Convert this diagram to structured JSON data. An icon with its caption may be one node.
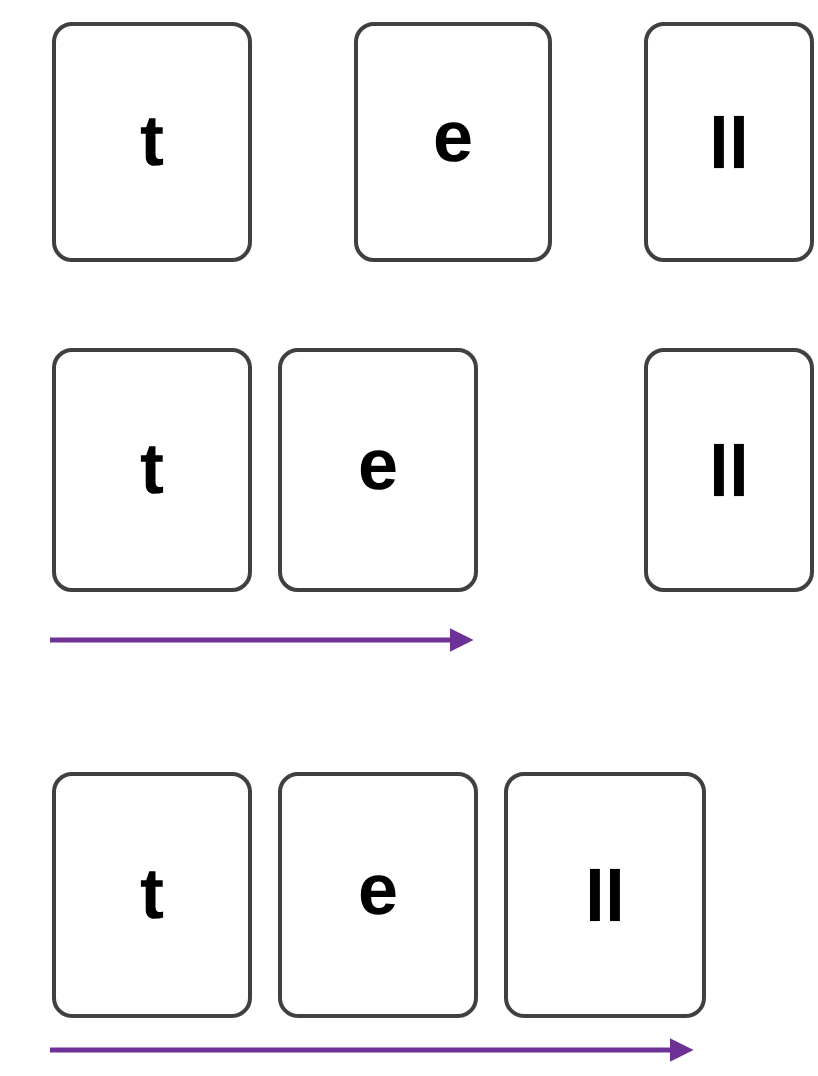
{
  "diagram": {
    "nodes": [
      {
        "text": [
          "t"
        ]
      },
      {
        "text": [
          "e"
        ]
      },
      {
        "text": [
          "ll"
        ]
      },
      {
        "text": [
          "t"
        ]
      },
      {
        "text": [
          "e"
        ]
      },
      {
        "text": [
          "ll"
        ]
      },
      {
        "text": [
          "t"
        ]
      },
      {
        "text": [
          "e"
        ]
      },
      {
        "text": [
          "ll"
        ]
      }
    ]
  }
}
